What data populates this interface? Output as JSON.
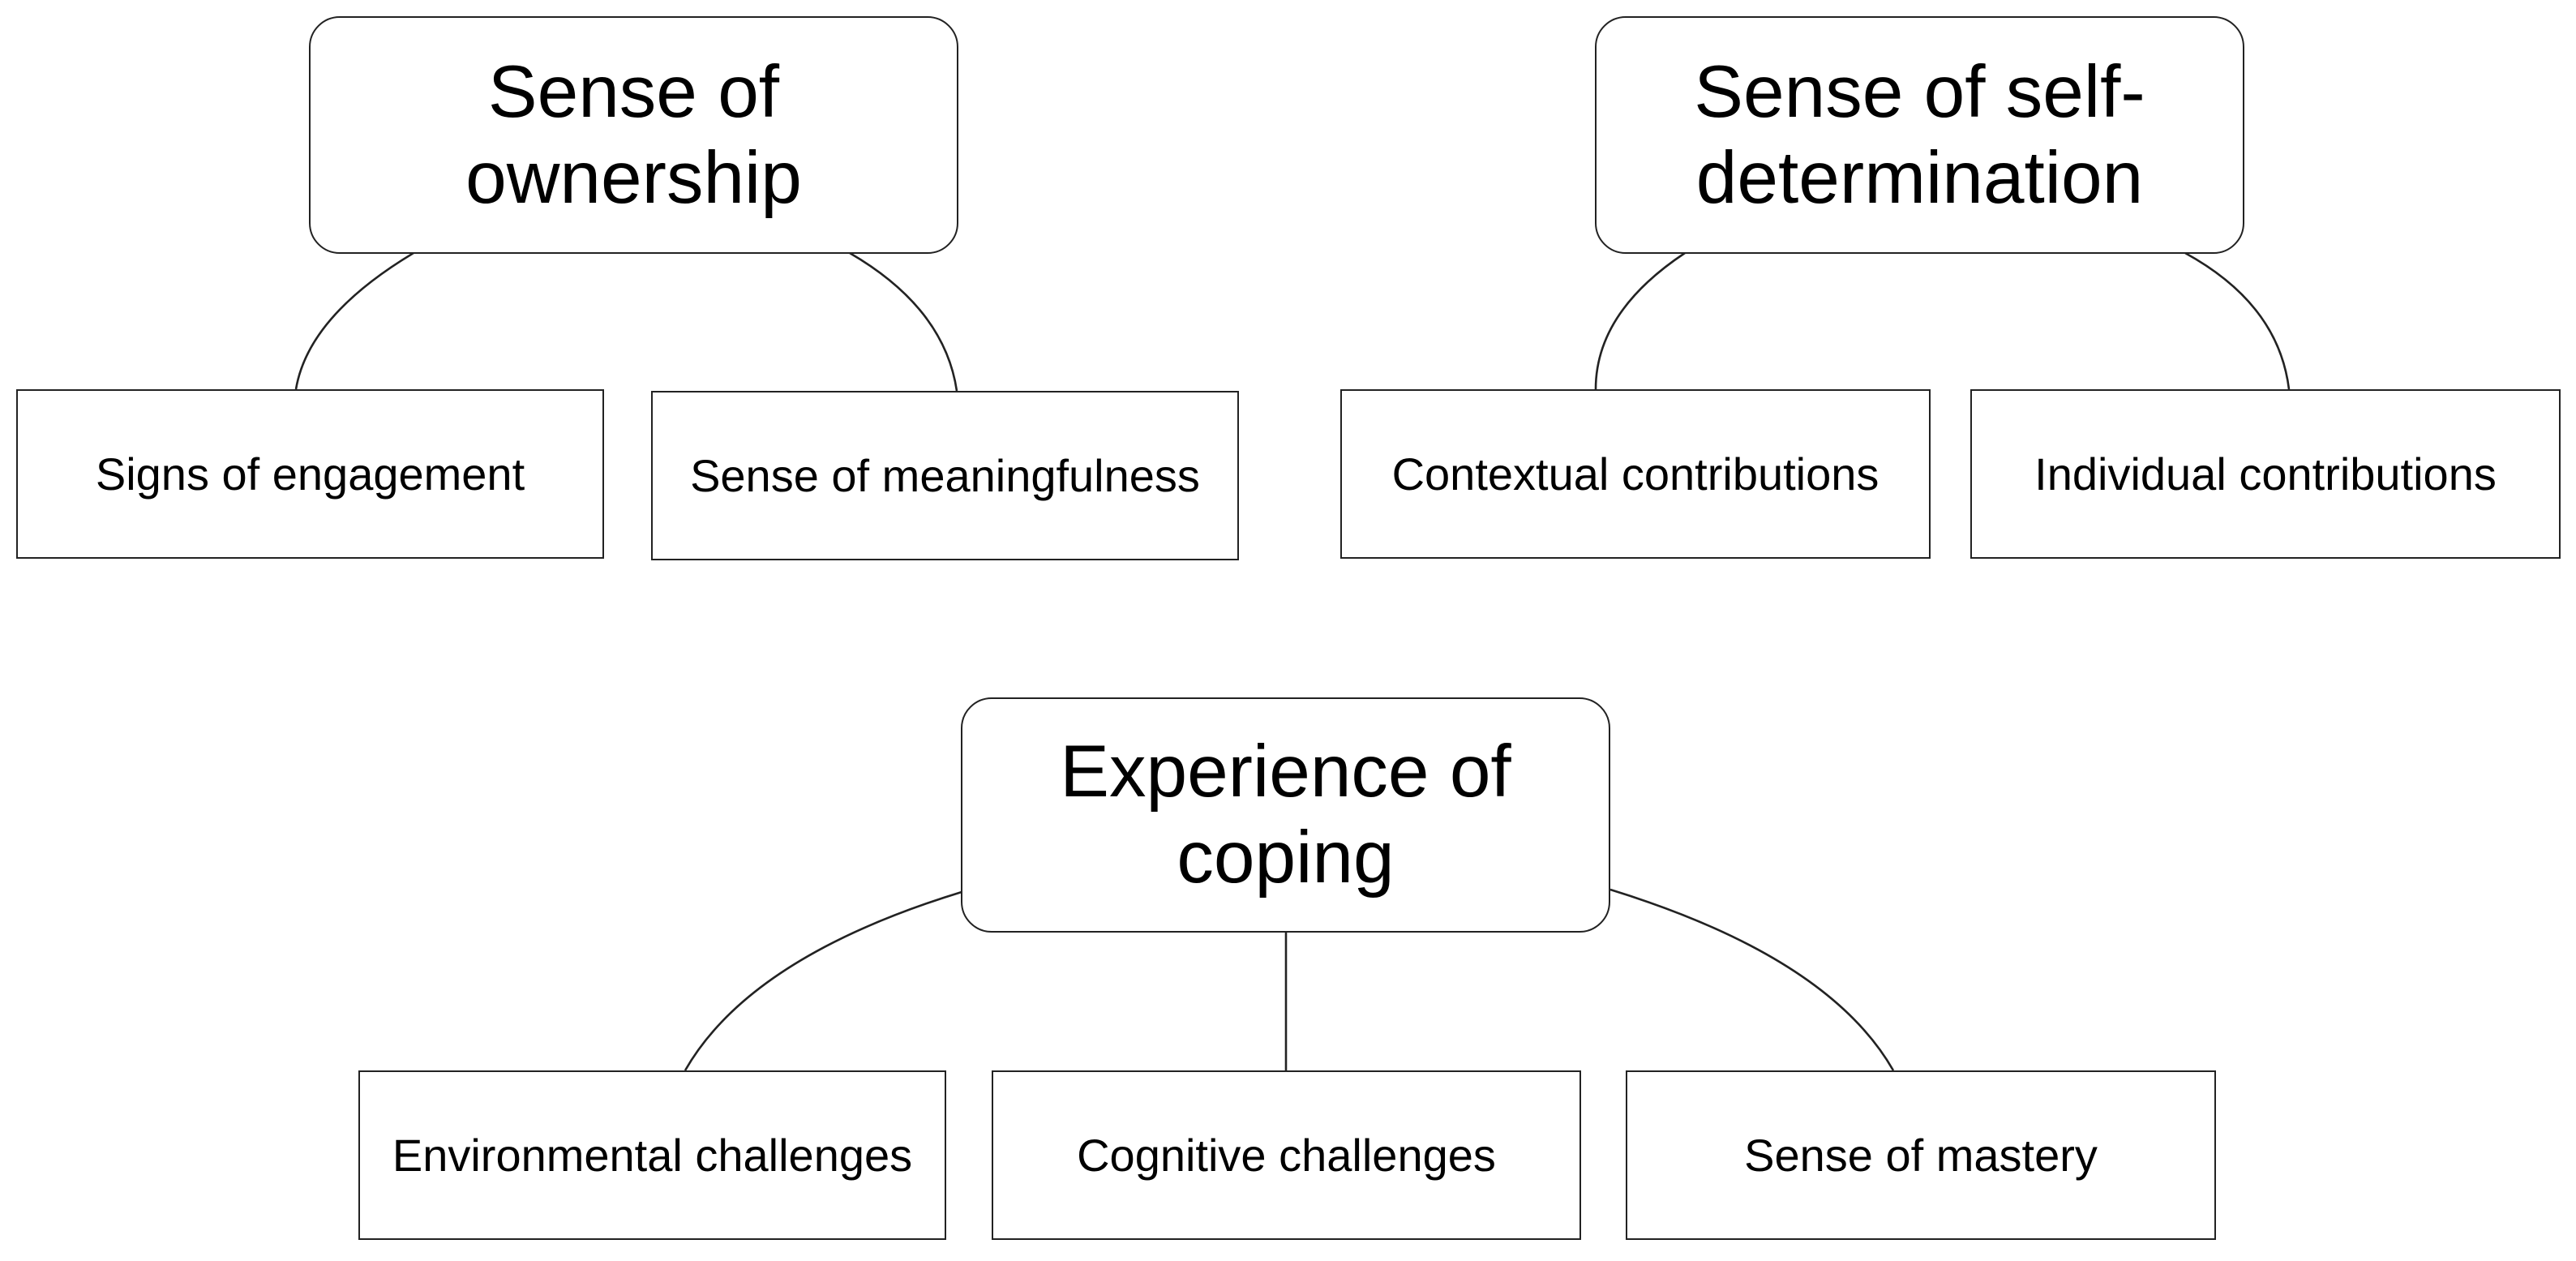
{
  "diagram": {
    "groups": [
      {
        "parent": "Sense of ownership",
        "children": [
          "Signs of engagement",
          "Sense of meaningfulness"
        ]
      },
      {
        "parent": "Sense of self-determination",
        "children": [
          "Contextual contributions",
          "Individual contributions"
        ]
      },
      {
        "parent": "Experience of coping",
        "children": [
          "Environmental challenges",
          "Cognitive challenges",
          "Sense of mastery"
        ]
      }
    ],
    "parent_labels": {
      "ownership_line1": "Sense of",
      "ownership_line2": "ownership",
      "selfdet_line1": "Sense of self-",
      "selfdet_line2": "determination",
      "coping_line1": "Experience of",
      "coping_line2": "coping"
    },
    "colors": {
      "stroke": "#222222",
      "background": "#ffffff",
      "text": "#000000"
    }
  }
}
